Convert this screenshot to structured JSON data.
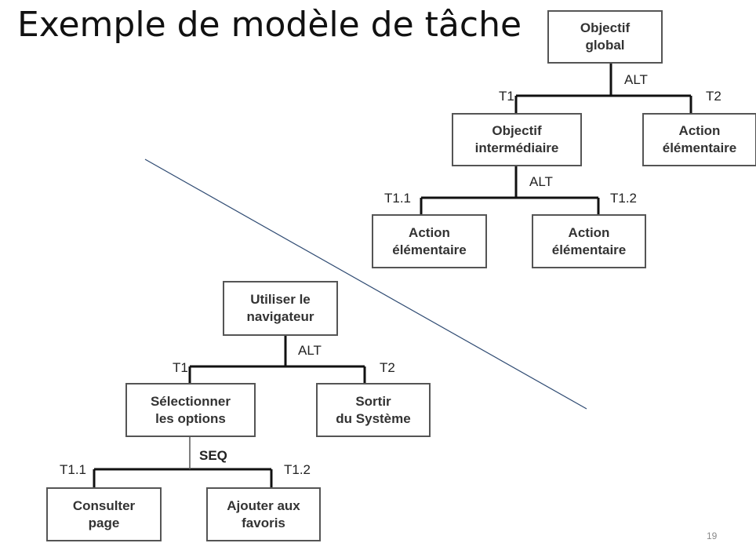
{
  "slide": {
    "title": "Exemple de modèle de tâche",
    "page_number": "19"
  },
  "diagrams": {
    "generic": {
      "root": "Objectif\nglobal",
      "root_operator": "ALT",
      "branch_labels": [
        "T1",
        "T2"
      ],
      "child_left": "Objectif\nintermédiaire",
      "child_right": "Action\nélémentaire",
      "child_operator": "ALT",
      "leaf_labels": [
        "T1.1",
        "T1.2"
      ],
      "leaf_left": "Action\nélémentaire",
      "leaf_right": "Action\nélémentaire"
    },
    "example": {
      "root": "Utiliser le\nnavigateur",
      "root_operator": "ALT",
      "branch_labels": [
        "T1",
        "T2"
      ],
      "child_left": "Sélectionner\nles options",
      "child_right": "Sortir\ndu Système",
      "child_operator": "SEQ",
      "leaf_labels": [
        "T1.1",
        "T1.2"
      ],
      "leaf_left": "Consulter\npage",
      "leaf_right": "Ajouter aux\nfavoris"
    }
  },
  "colors": {
    "box_border": "#555555",
    "connector": "#111111",
    "separator_line": "#2e4a72"
  }
}
